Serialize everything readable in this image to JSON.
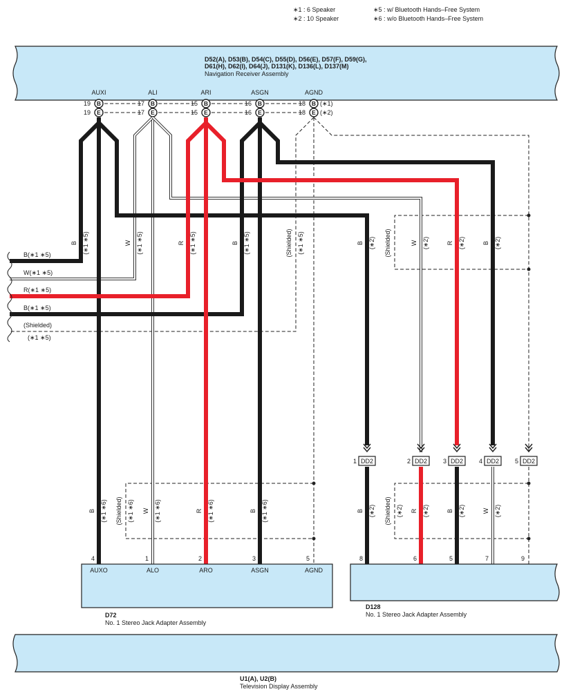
{
  "notes": [
    "∗1 : 6 Speaker",
    "∗2 : 10 Speaker",
    "∗5 : w/ Bluetooth Hands–Free System",
    "∗6 : w/o Bluetooth Hands–Free System"
  ],
  "nav_receiver": {
    "codes_line1": "D52(A), D53(B), D54(C), D55(D), D56(E), D57(F), D59(G),",
    "codes_line2": "D61(H), D62(I), D64(J), D131(K), D136(L), D137(M)",
    "name": "Navigation Receiver Assembly",
    "terminals": [
      "AUXI",
      "ALI",
      "ARI",
      "ASGN",
      "AGND"
    ],
    "pins": [
      "19",
      "17",
      "15",
      "16",
      "18"
    ],
    "connectors": [
      "B",
      "E"
    ],
    "connector_notes": [
      "(∗1)",
      "(∗2)"
    ]
  },
  "d72": {
    "code": "D72",
    "name": "No. 1 Stereo Jack Adapter Assembly",
    "terminals": [
      "AUXO",
      "ALO",
      "ARO",
      "ASGN",
      "AGND"
    ],
    "pins": [
      "4",
      "1",
      "2",
      "3",
      "5"
    ]
  },
  "d128": {
    "code": "D128",
    "name": "No. 1 Stereo Jack Adapter Assembly",
    "pins": [
      "8",
      "6",
      "5",
      "7",
      "9"
    ]
  },
  "television": {
    "code": "U1(A), U2(B)",
    "name": "Television Display Assembly"
  },
  "junction": {
    "name": "DD2",
    "pins": [
      "1",
      "2",
      "3",
      "4",
      "5"
    ]
  },
  "left_branch_labels": [
    "B(∗1 ∗5)",
    "W(∗1 ∗5)",
    "R(∗1 ∗5)",
    "B(∗1 ∗5)",
    "(Shielded)",
    "(∗1 ∗5)"
  ],
  "upper_wire_labels": [
    {
      "color": "B",
      "note": "(∗1 ∗5)"
    },
    {
      "color": "W",
      "note": "(∗1 ∗5)"
    },
    {
      "color": "R",
      "note": "(∗1 ∗5)"
    },
    {
      "color": "B",
      "note": "(∗1 ∗5)"
    },
    {
      "color": "(Shielded)",
      "note": "(∗1 ∗5)"
    },
    {
      "color": "B",
      "note": "(∗2)"
    },
    {
      "color": "(Shielded)",
      "note": ""
    },
    {
      "color": "W",
      "note": "(∗2)"
    },
    {
      "color": "R",
      "note": "(∗2)"
    },
    {
      "color": "B",
      "note": "(∗2)"
    }
  ],
  "lower_left_labels": [
    {
      "color": "B",
      "note": "(∗1 ∗6)"
    },
    {
      "color": "(Shielded)",
      "note": "(∗1 ∗6)"
    },
    {
      "color": "W",
      "note": "(∗1 ∗6)"
    },
    {
      "color": "R",
      "note": "(∗1 ∗6)"
    },
    {
      "color": "B",
      "note": "(∗1 ∗6)"
    }
  ],
  "lower_right_labels": [
    {
      "color": "B",
      "note": "(∗2)"
    },
    {
      "color": "(Shielded)",
      "note": "(∗2)"
    },
    {
      "color": "R",
      "note": "(∗2)"
    },
    {
      "color": "B",
      "note": "(∗2)"
    },
    {
      "color": "W",
      "note": "(∗2)"
    }
  ],
  "colors": {
    "black": "#1a1a1a",
    "red": "#e8202a",
    "white_wire": "#ffffff",
    "component": "#c8e8f8"
  }
}
